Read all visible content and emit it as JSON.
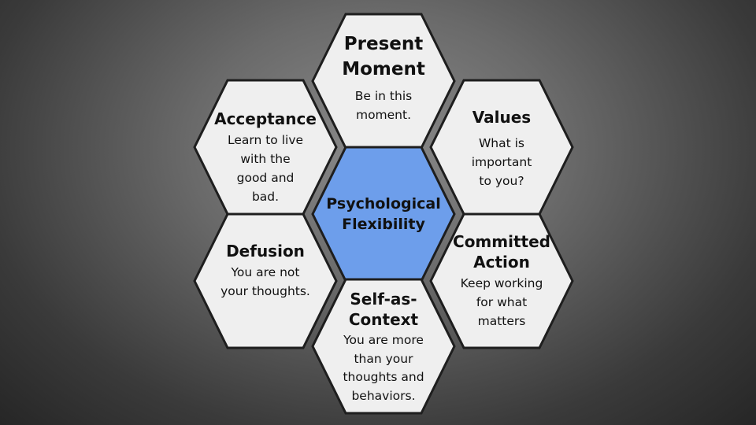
{
  "colors": {
    "hex_fill": "#efefef",
    "hex_stroke": "#1e1e1e",
    "center_fill": "#6d9eeb"
  },
  "center": {
    "title": "Psychological\nFlexibility"
  },
  "present_moment": {
    "title": "Present\nMoment",
    "desc": "Be in this\nmoment."
  },
  "acceptance": {
    "title": "Acceptance",
    "desc": "Learn to live\nwith the\ngood and\nbad."
  },
  "values": {
    "title": "Values",
    "desc": "What is\nimportant\nto you?"
  },
  "defusion": {
    "title": "Defusion",
    "desc": "You are not\nyour thoughts."
  },
  "committed_action": {
    "title": "Committed\nAction",
    "desc": "Keep working\nfor what\nmatters"
  },
  "self_as_context": {
    "title": "Self-as-\nContext",
    "desc": "You are more\nthan your\nthoughts and\nbehaviors."
  }
}
